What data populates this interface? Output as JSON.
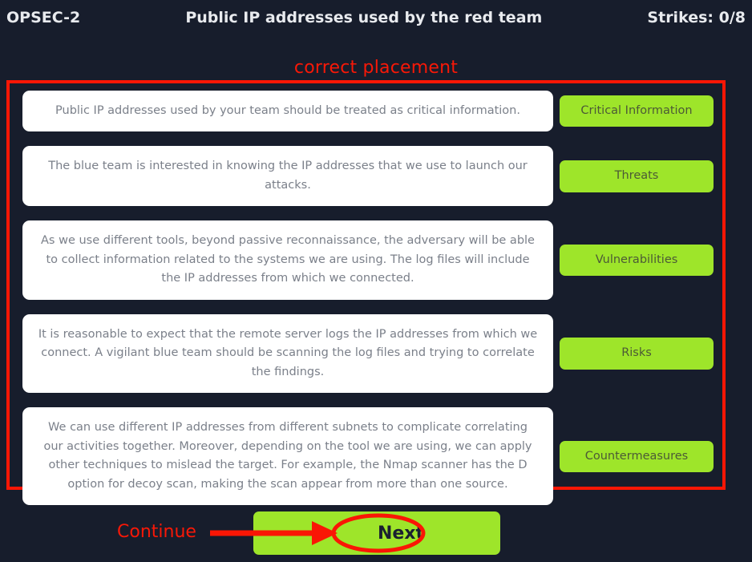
{
  "header": {
    "left_label": "OPSEC-2",
    "title": "Public IP addresses used by the red team",
    "strikes_label": "Strikes: 0/8"
  },
  "annotations": {
    "correct_placement": "correct placement",
    "continue": "Continue",
    "arrow_icon": "red-arrow-right-icon",
    "ellipse_icon": "red-ellipse-highlight-icon",
    "box_icon": "red-rectangle-highlight-icon",
    "color": "#fa1605"
  },
  "colors": {
    "background": "#171d2c",
    "accent_green": "#9ee52a",
    "card_background": "#ffffff",
    "card_text": "#7b808a",
    "header_text": "#e8eaee",
    "annotation_red": "#fa1605"
  },
  "quiz": {
    "rows": [
      {
        "statement": "Public IP addresses used by your team should be treated as critical information.",
        "category": "Critical Information"
      },
      {
        "statement": "The blue team is interested in knowing the IP addresses that we use to launch our attacks.",
        "category": "Threats"
      },
      {
        "statement": "As we use different tools, beyond passive reconnaissance, the adversary will be able to collect information related to the systems we are using. The log files will include the IP addresses from which we connected.",
        "category": "Vulnerabilities"
      },
      {
        "statement": "It is reasonable to expect that the remote server logs the IP addresses from which we connect. A vigilant blue team should be scanning the log files and trying to correlate the findings.",
        "category": "Risks"
      },
      {
        "statement": "We can use different IP addresses from different subnets to complicate correlating our activities together. Moreover, depending on the tool we are using, we can apply other techniques to mislead the target. For example, the Nmap scanner has the D option for decoy scan, making the scan appear from more than one source.",
        "category": "Countermeasures"
      }
    ]
  },
  "footer": {
    "next_label": "Next"
  }
}
